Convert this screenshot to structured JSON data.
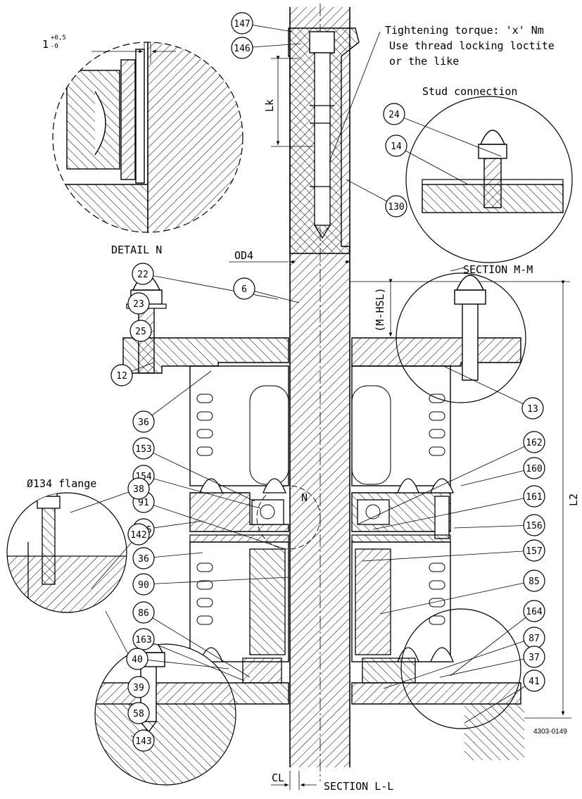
{
  "notes": {
    "tightening_line1": "Tightening torque: 'x' Nm",
    "tightening_line2": "Use thread locking loctite",
    "tightening_line3": "or the like",
    "stud_connection": "Stud connection",
    "flange": "Ø134 flange",
    "detail_n": "DETAIL N",
    "section_mm": "SECTION M-M",
    "section_ll": "SECTION L-L",
    "detail_marker": "N",
    "drawing_code": "4303-0149"
  },
  "dimensions": {
    "tolerance_base": "1",
    "tolerance_upper": "+0,5",
    "tolerance_lower": "-0",
    "lk": "Lk",
    "od4": "OD4",
    "m_hsl": "(M-HSL)",
    "l2": "L2",
    "cl": "CL"
  },
  "balloons": [
    "147",
    "146",
    "130",
    "24",
    "14",
    "22",
    "23",
    "25",
    "12",
    "6",
    "13",
    "36",
    "153",
    "154",
    "91",
    "155",
    "36",
    "90",
    "86",
    "163",
    "162",
    "160",
    "161",
    "156",
    "157",
    "85",
    "164",
    "87",
    "37",
    "41",
    "38",
    "142",
    "40",
    "39",
    "58",
    "143"
  ],
  "colors": {
    "line": "#000000",
    "hatch": "#000000",
    "background": "#ffffff"
  }
}
